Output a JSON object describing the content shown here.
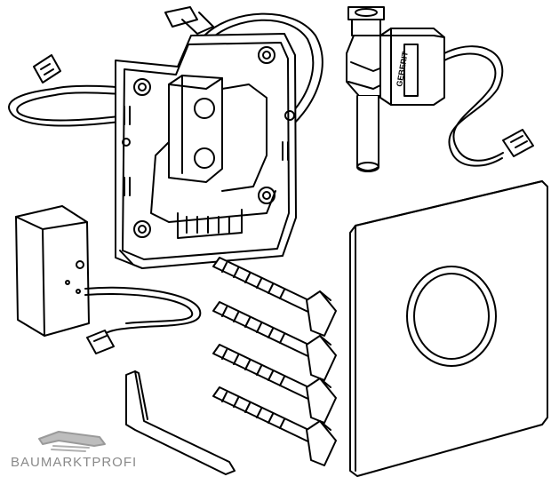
{
  "diagram": {
    "components": [
      {
        "id": "mounting-frame",
        "label": ""
      },
      {
        "id": "solenoid-valve",
        "label": "GEBERIT"
      },
      {
        "id": "power-supply-box",
        "label": ""
      },
      {
        "id": "cover-plate",
        "label": ""
      },
      {
        "id": "fixing-screws",
        "count": 4
      },
      {
        "id": "allen-key",
        "label": ""
      }
    ]
  },
  "watermark": {
    "text": "BAUMARKTPROFI",
    "color": "#8a8a8a"
  },
  "colors": {
    "line": "#000000",
    "background": "#ffffff"
  }
}
